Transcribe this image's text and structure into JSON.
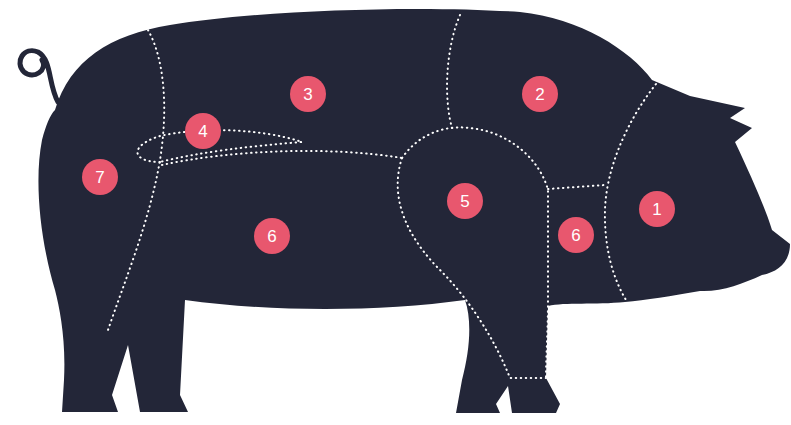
{
  "diagram": {
    "nodes": [
      {
        "text": [
          "3"
        ]
      },
      {
        "text": [
          "2"
        ]
      },
      {
        "text": [
          "4"
        ]
      },
      {
        "text": [
          "7"
        ]
      },
      {
        "text": [
          "5"
        ]
      },
      {
        "text": [
          "1"
        ]
      },
      {
        "text": [
          "6"
        ]
      },
      {
        "text": [
          "6"
        ]
      }
    ]
  }
}
